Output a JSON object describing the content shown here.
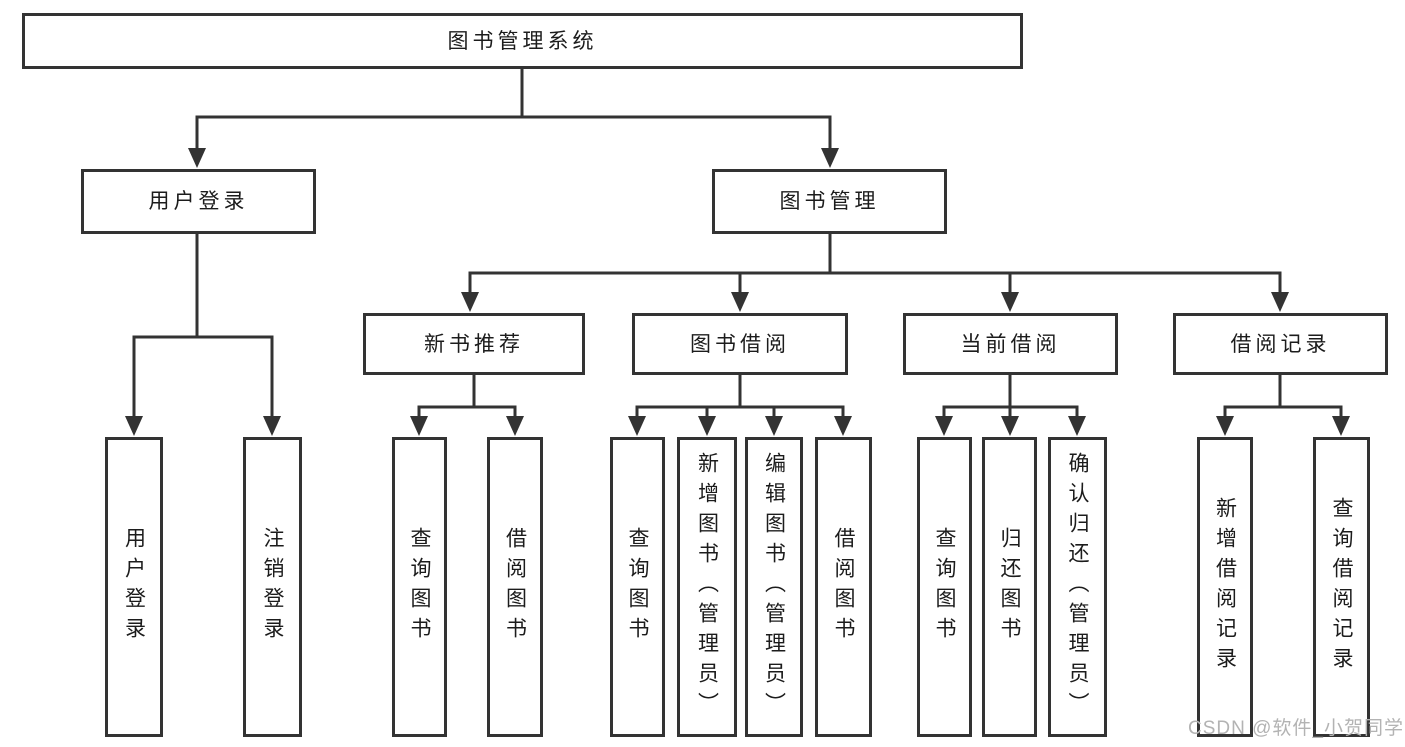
{
  "diagram": {
    "type": "hierarchy-tree",
    "title": "图书管理系统"
  },
  "nodes": {
    "root": "图书管理系统",
    "user_login": "用户登录",
    "book_mgmt": "图书管理",
    "new_books": "新书推荐",
    "book_borrow": "图书借阅",
    "current_borrow": "当前借阅",
    "borrow_records": "借阅记录",
    "leaf_user_login": "用户登录",
    "leaf_logout": "注销登录",
    "leaf_nb_query": "查询图书",
    "leaf_nb_borrow": "借阅图书",
    "leaf_bb_query": "查询图书",
    "leaf_bb_add": "新增图书（管理员）",
    "leaf_bb_edit": "编辑图书（管理员）",
    "leaf_bb_borrow": "借阅图书",
    "leaf_cb_query": "查询图书",
    "leaf_cb_return": "归还图书",
    "leaf_cb_confirm": "确认归还（管理员）",
    "leaf_br_add": "新增借阅记录",
    "leaf_br_query": "查询借阅记录"
  },
  "watermark": "CSDN @软件_小贺同学",
  "colors": {
    "line": "#333333",
    "text": "#1c1c1c",
    "background": "#ffffff",
    "watermark": "#b3b3b3"
  }
}
